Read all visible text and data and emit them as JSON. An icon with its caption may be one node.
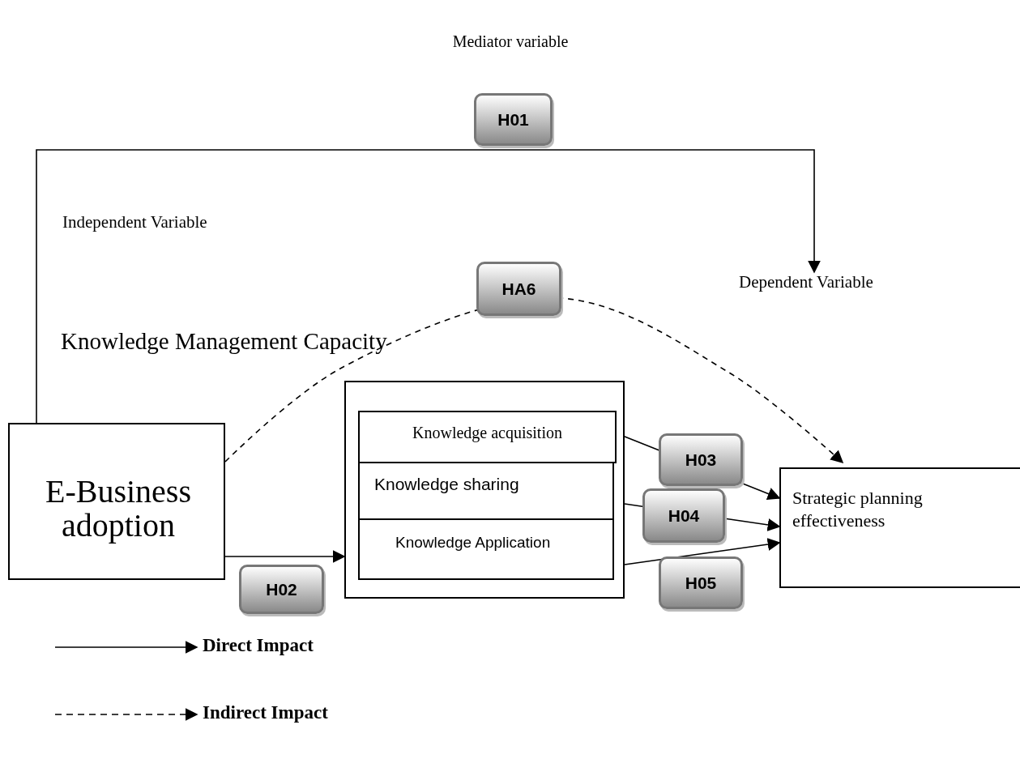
{
  "diagram": {
    "nodes": [
      {
        "text": [
          "E-Business adoption"
        ]
      },
      {
        "text": [],
        "shape": "box"
      },
      {
        "text": [
          "Knowledge acquisition"
        ],
        "in": 1
      },
      {
        "text": [
          "Knowledge sharing"
        ],
        "in": 1
      },
      {
        "text": [
          "Knowledge Application"
        ],
        "in": 1
      },
      {
        "text": [
          "Strategic planning effectiveness"
        ]
      },
      {
        "text": [
          "Dependent Variable"
        ]
      }
    ],
    "edges": [
      {
        "from": 0,
        "to": 6,
        "arrow": "to",
        "label": "H01"
      },
      {
        "from": 0,
        "to": 1,
        "arrow": "to",
        "label": "H02"
      },
      {
        "from": 2,
        "to": 5,
        "arrow": "to",
        "label": "H03"
      },
      {
        "from": 3,
        "to": 5,
        "arrow": "to",
        "label": "H04"
      },
      {
        "from": 4,
        "to": 5,
        "arrow": "to",
        "label": "H05"
      },
      {
        "from": 0,
        "to": 5,
        "arrow": "to",
        "label": "HA6",
        "style": "dashed"
      }
    ],
    "labels": [
      "Mediator variable",
      "Independent Variable",
      "Knowledge Management Capacity"
    ],
    "legend": [
      {
        "text": "Direct Impact"
      },
      {
        "text": "Indirect Impact"
      }
    ]
  }
}
